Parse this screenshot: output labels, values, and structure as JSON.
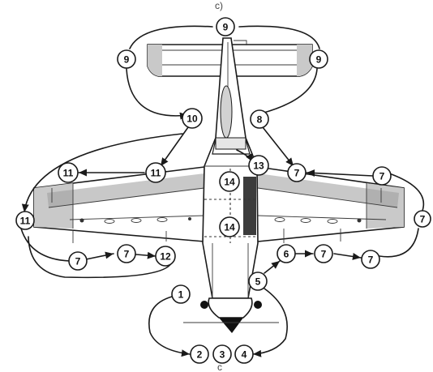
{
  "corner_marks": {
    "top": "c)",
    "bottom": "c"
  },
  "callouts": [
    "9",
    "9",
    "9",
    "10",
    "8",
    "11",
    "11",
    "13",
    "14",
    "7",
    "7",
    "7",
    "11",
    "14",
    "7",
    "7",
    "12",
    "6",
    "7",
    "7",
    "5",
    "1",
    "2",
    "3",
    "4"
  ],
  "colors": {
    "line": "#1a1a1a",
    "wing_shade": "#c9c9c9",
    "dark_panel": "#3c3c3c",
    "background": "#ffffff"
  }
}
